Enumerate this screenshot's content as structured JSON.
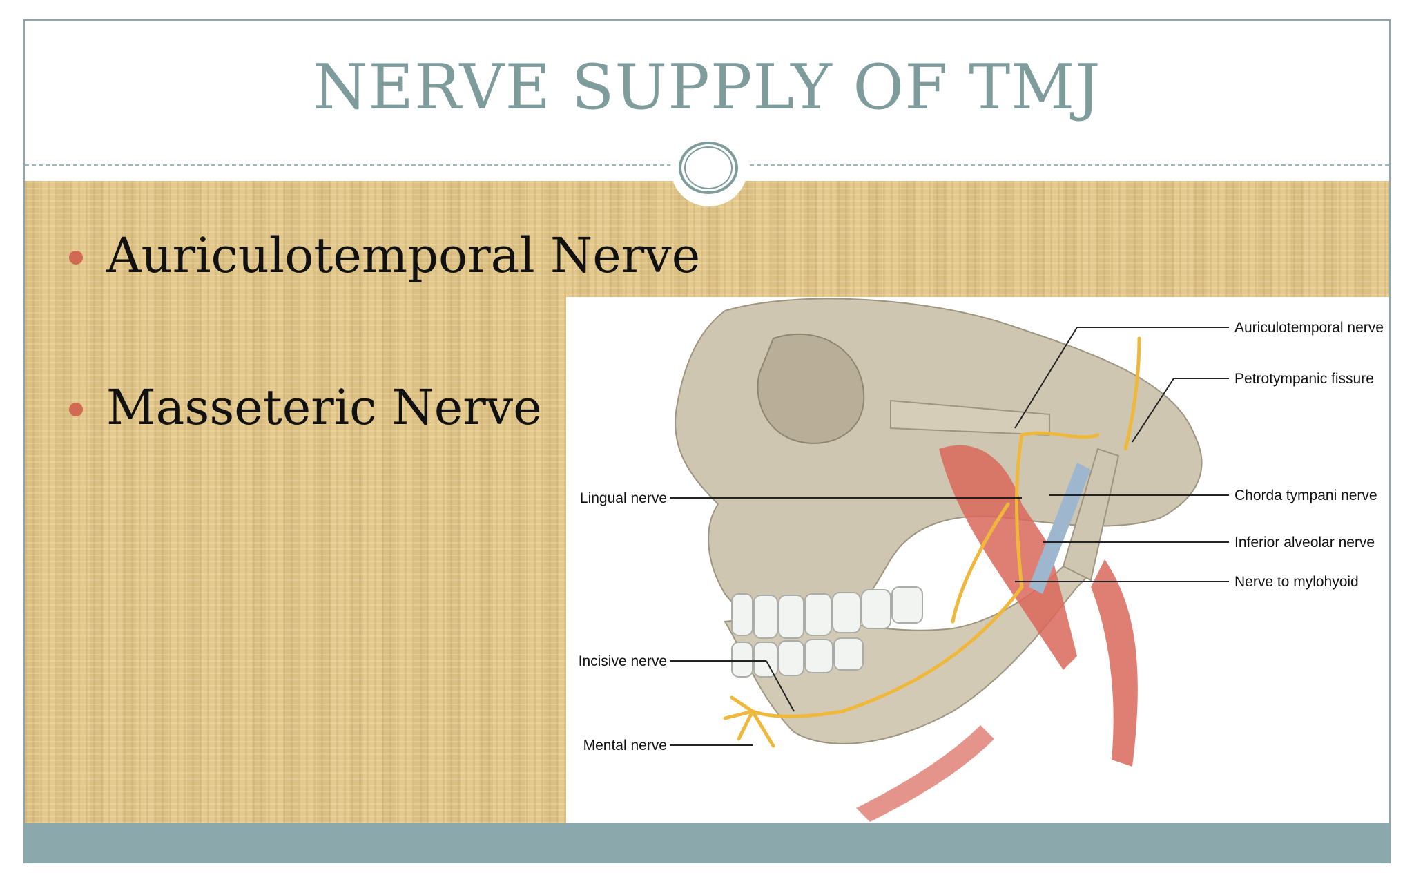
{
  "slide": {
    "title": "NERVE SUPPLY OF TMJ",
    "bullets": [
      "Auriculotemporal Nerve",
      "Masseteric Nerve"
    ]
  },
  "figure": {
    "labels_right": [
      "Auriculotemporal nerve",
      "Petrotympanic fissure",
      "Chorda tympani nerve",
      "Inferior alveolar nerve",
      "Nerve to mylohyoid"
    ],
    "labels_left": [
      "Lingual nerve",
      "Incisive nerve",
      "Mental nerve"
    ]
  },
  "colors": {
    "title": "#7f9c9d",
    "bullet_dot": "#d06a52",
    "footer": "#8ba9ad",
    "background_texture": "#e3c98e",
    "nerve": "#f0b83a",
    "bone": "#c9c0ad",
    "muscle": "#d9675a"
  }
}
